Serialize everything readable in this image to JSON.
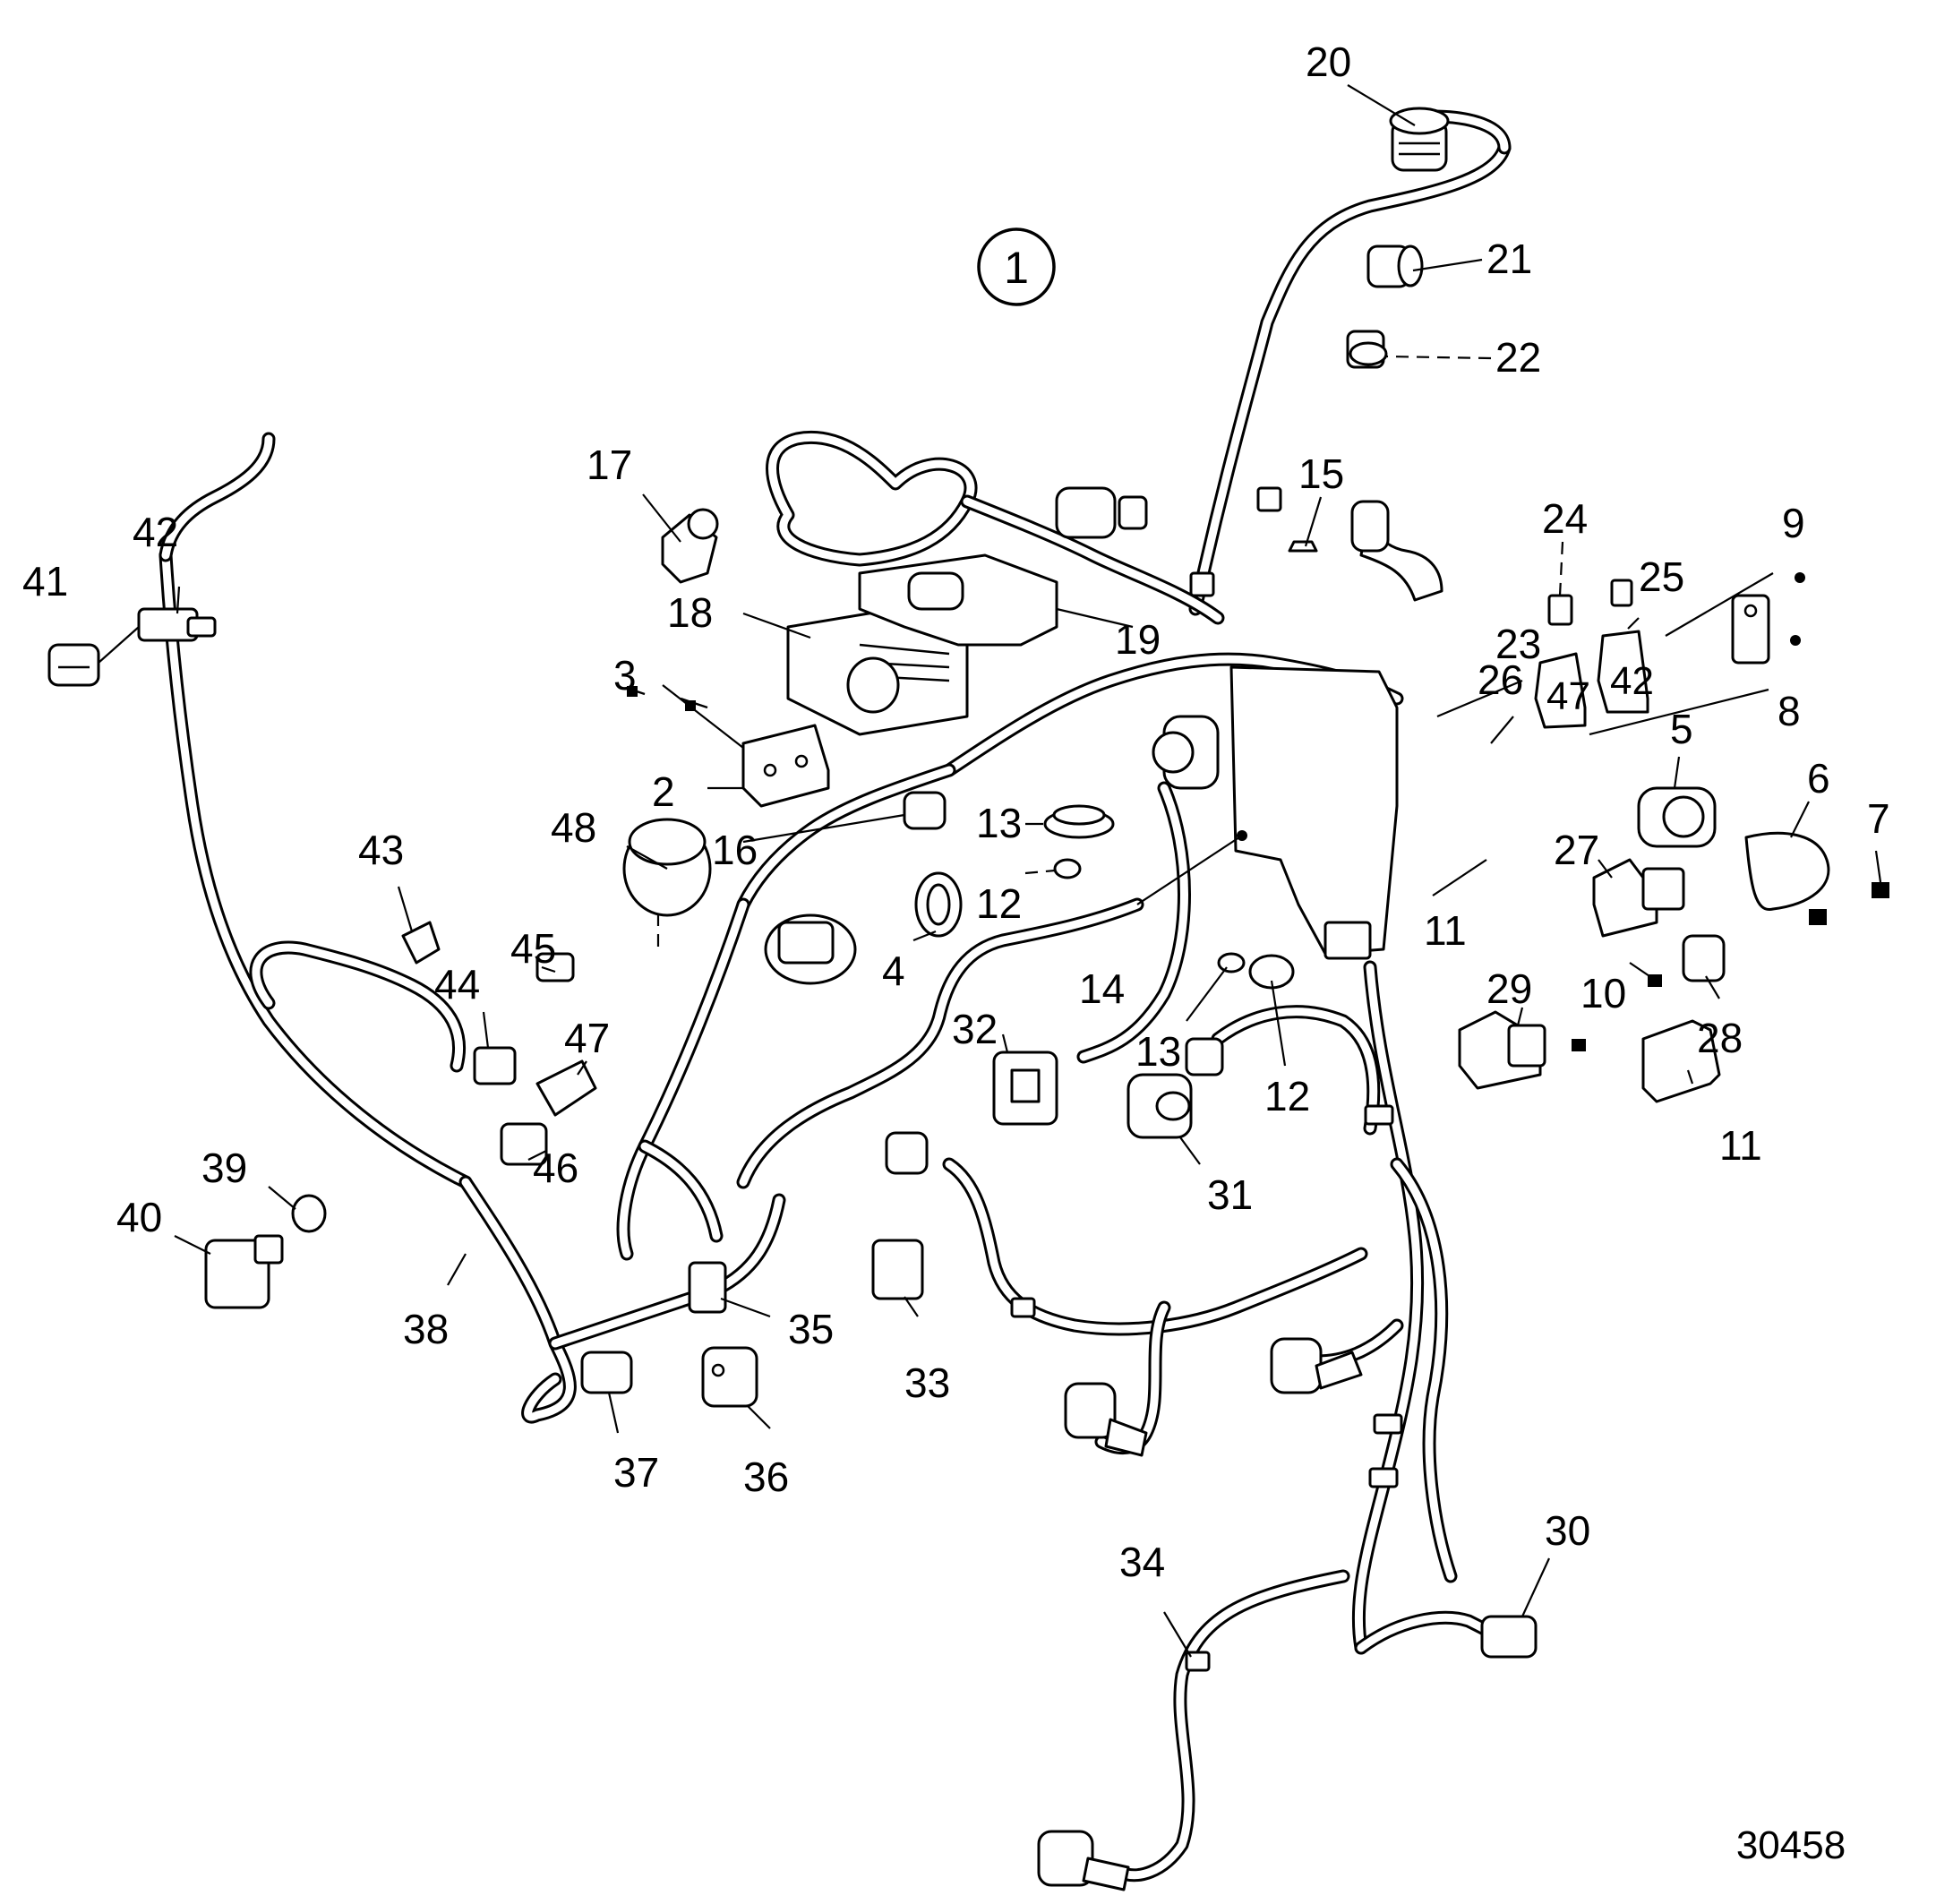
{
  "diagram": {
    "reference_number": "30458",
    "view_number": "1",
    "callouts": [
      {
        "id": "c20",
        "label": "20"
      },
      {
        "id": "c21",
        "label": "21"
      },
      {
        "id": "c22",
        "label": "22"
      },
      {
        "id": "c15",
        "label": "15"
      },
      {
        "id": "c24",
        "label": "24"
      },
      {
        "id": "c25",
        "label": "25"
      },
      {
        "id": "c9",
        "label": "9"
      },
      {
        "id": "c23",
        "label": "23"
      },
      {
        "id": "c26",
        "label": "26"
      },
      {
        "id": "c8",
        "label": "8"
      },
      {
        "id": "c17",
        "label": "17"
      },
      {
        "id": "c18",
        "label": "18"
      },
      {
        "id": "c19",
        "label": "19"
      },
      {
        "id": "c42",
        "label": "42"
      },
      {
        "id": "c41",
        "label": "41"
      },
      {
        "id": "c3",
        "label": "3"
      },
      {
        "id": "c2",
        "label": "2"
      },
      {
        "id": "c5",
        "label": "5"
      },
      {
        "id": "c6",
        "label": "6"
      },
      {
        "id": "c7",
        "label": "7"
      },
      {
        "id": "c48",
        "label": "48"
      },
      {
        "id": "c16",
        "label": "16"
      },
      {
        "id": "c13a",
        "label": "13"
      },
      {
        "id": "c12a",
        "label": "12"
      },
      {
        "id": "c43",
        "label": "43"
      },
      {
        "id": "c27",
        "label": "27"
      },
      {
        "id": "c4",
        "label": "4"
      },
      {
        "id": "c14",
        "label": "14"
      },
      {
        "id": "c11a",
        "label": "11"
      },
      {
        "id": "c45",
        "label": "45"
      },
      {
        "id": "c44",
        "label": "44"
      },
      {
        "id": "c29",
        "label": "29"
      },
      {
        "id": "c10",
        "label": "10"
      },
      {
        "id": "c28",
        "label": "28"
      },
      {
        "id": "c47",
        "label": "47"
      },
      {
        "id": "c32",
        "label": "32"
      },
      {
        "id": "c13b",
        "label": "13"
      },
      {
        "id": "c12b",
        "label": "12"
      },
      {
        "id": "c11b",
        "label": "11"
      },
      {
        "id": "c31",
        "label": "31"
      },
      {
        "id": "c46",
        "label": "46"
      },
      {
        "id": "c39",
        "label": "39"
      },
      {
        "id": "c40",
        "label": "40"
      },
      {
        "id": "c35",
        "label": "35"
      },
      {
        "id": "c38",
        "label": "38"
      },
      {
        "id": "c33",
        "label": "33"
      },
      {
        "id": "c37",
        "label": "37"
      },
      {
        "id": "c36",
        "label": "36"
      },
      {
        "id": "c34",
        "label": "34"
      },
      {
        "id": "c30",
        "label": "30"
      }
    ]
  }
}
